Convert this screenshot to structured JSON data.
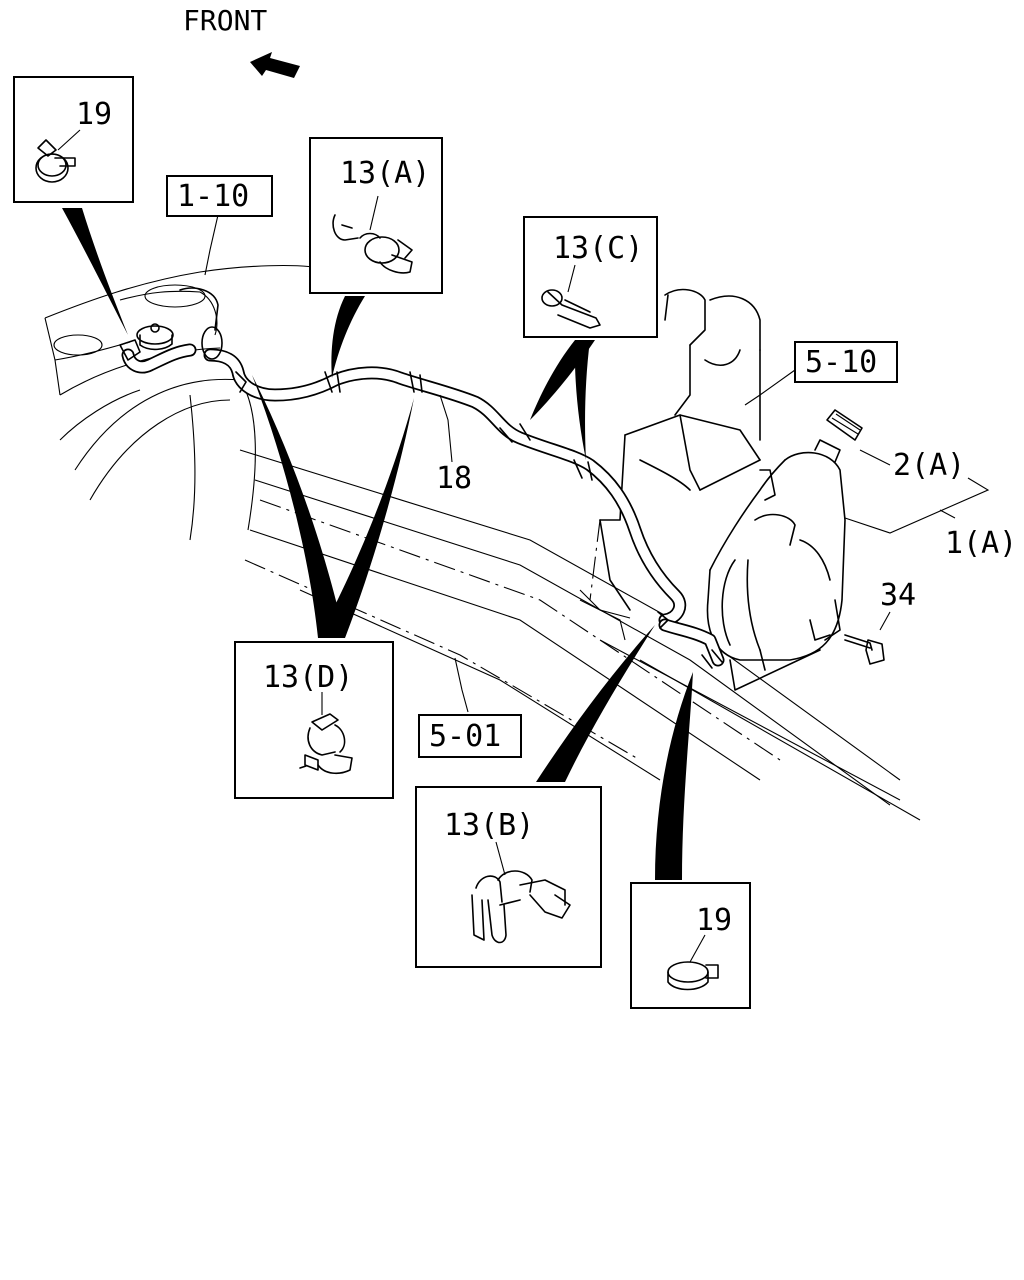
{
  "orientation": {
    "text": "FRONT",
    "arrow_icon": "left-arrow-icon"
  },
  "callouts": {
    "clamp_19_top": "19",
    "clip_13a": "13(A)",
    "clip_13c": "13(C)",
    "clip_13d": "13(D)",
    "clip_13b": "13(B)",
    "clamp_19_bottom": "19"
  },
  "references": {
    "ref_1_10": "1-10",
    "ref_5_10": "5-10",
    "ref_5_01": "5-01"
  },
  "part_labels": {
    "hose_18": "18",
    "cap_2a": "2(A)",
    "tank_1a": "1(A)",
    "bolt_34": "34"
  },
  "colors": {
    "line": "#000000",
    "background": "#ffffff"
  }
}
